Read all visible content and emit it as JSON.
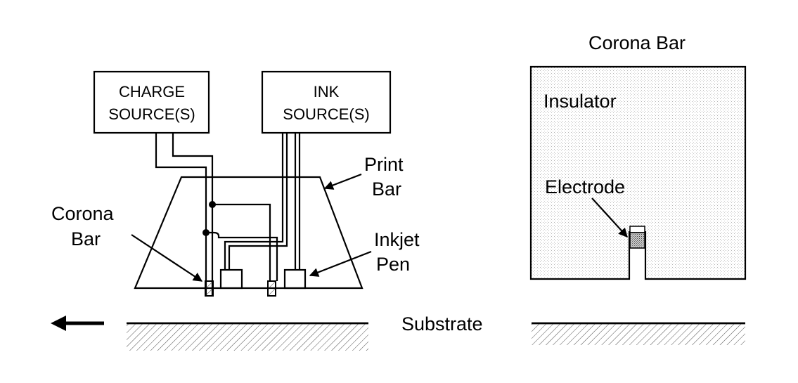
{
  "left_diagram": {
    "charge_source": [
      "CHARGE",
      "SOURCE(S)"
    ],
    "ink_source": [
      "INK",
      "SOURCE(S)"
    ],
    "print_bar_label": [
      "Print",
      "Bar"
    ],
    "corona_bar_label": [
      "Corona",
      "Bar"
    ],
    "inkjet_pen_label": [
      "Inkjet",
      "Pen"
    ],
    "substrate_label": "Substrate"
  },
  "right_diagram": {
    "title": "Corona Bar",
    "insulator_label": "Insulator",
    "electrode_label": "Electrode"
  }
}
